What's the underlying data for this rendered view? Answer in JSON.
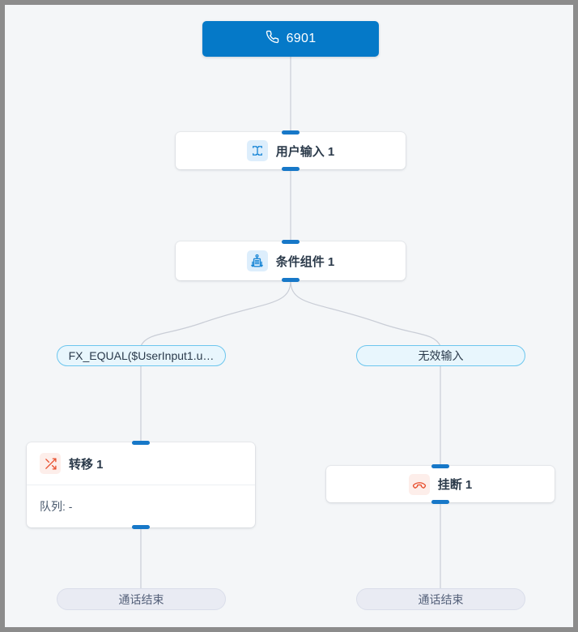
{
  "canvas": {
    "background_color": "#f4f6f8",
    "frame_color": "#8c8c8c"
  },
  "colors": {
    "entry_blue": "#0579c8",
    "handle_blue": "#1778c8",
    "branch_pill_bg": "#e8f6fd",
    "branch_pill_border": "#6cc6ee",
    "end_pill_bg": "#e9ebf3",
    "end_pill_border": "#dadeea",
    "icon_red": "#e8502f",
    "icon_blue": "#1b87d6",
    "edge_line": "#c9cdd6"
  },
  "flow": {
    "entry": {
      "label": "6901",
      "icon": "phone-icon"
    },
    "nodes": [
      {
        "id": "user-input-1",
        "title": "用户输入 1",
        "icon": "text-input-icon"
      },
      {
        "id": "condition-1",
        "title": "条件组件 1",
        "icon": "condition-icon"
      },
      {
        "id": "transfer-1",
        "title": "转移 1",
        "icon": "shuffle-icon",
        "body_label": "队列: -"
      },
      {
        "id": "hangup-1",
        "title": "挂断 1",
        "icon": "hangup-icon"
      }
    ],
    "branches": [
      {
        "id": "branch-match",
        "label": "FX_EQUAL($UserInput1.u…"
      },
      {
        "id": "branch-invalid",
        "label": "无效输入"
      }
    ],
    "terminators": [
      {
        "id": "call-end-left",
        "label": "通话结束"
      },
      {
        "id": "call-end-right",
        "label": "通话结束"
      }
    ]
  }
}
